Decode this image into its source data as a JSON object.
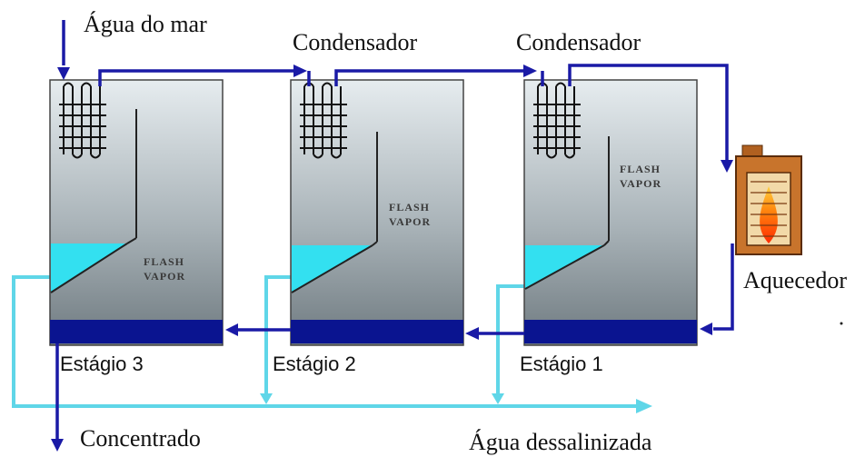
{
  "labels": {
    "agua_do_mar": "Água do mar",
    "condensador_a": "Condensador",
    "condensador_b": "Condensador",
    "aquecedor": "Aquecedor",
    "concentrado": "Concentrado",
    "agua_dessalinizada": "Água dessalinizada",
    "estagio_3": "Estágio 3",
    "estagio_2": "Estágio 2",
    "estagio_1": "Estágio 1"
  },
  "flash": {
    "stage3": [
      "FLASH",
      "VAPOR"
    ],
    "stage2": [
      "FLASH",
      "VAPOR"
    ],
    "stage1": [
      "FLASH",
      "VAPOR"
    ]
  },
  "colors": {
    "seawater_line": "#1a1aa6",
    "brine_bar": "#0a1490",
    "distillate_line": "#5fd6e8",
    "brine_pool": "#33e0f0",
    "heater_body": "#c8742c",
    "heater_flame": "#ff3a10"
  }
}
